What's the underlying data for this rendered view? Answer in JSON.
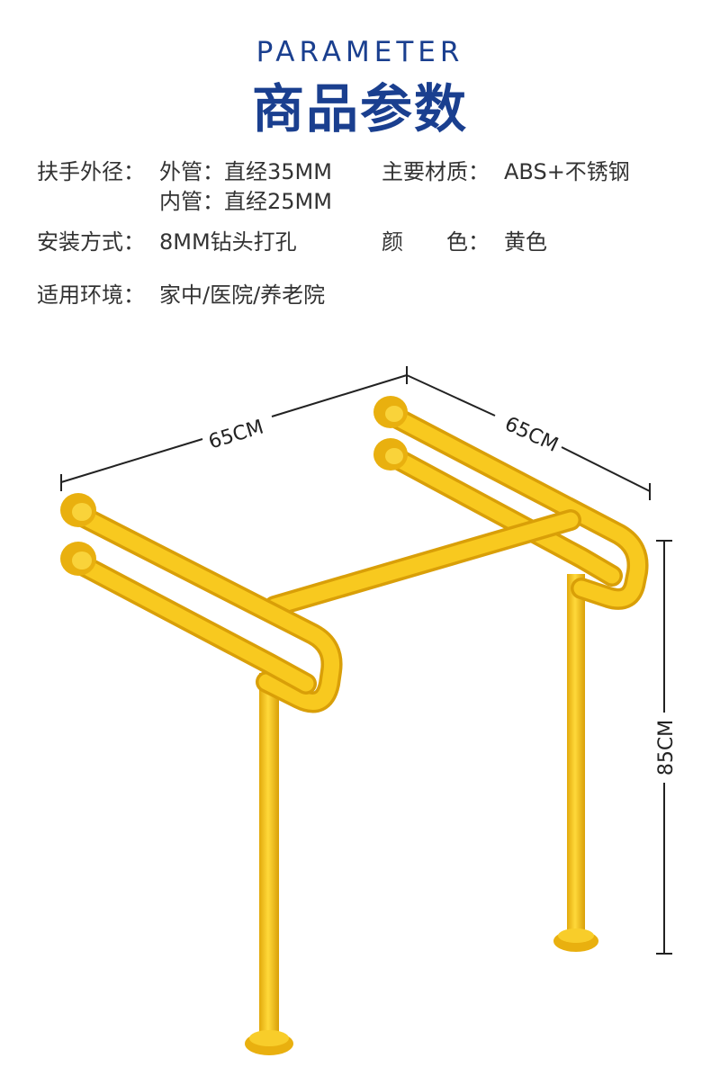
{
  "header": {
    "title_en": "PARAMETER",
    "title_cn": "商品参数"
  },
  "specs": {
    "diameter_label": "扶手外径：",
    "diameter_outer": "外管：直经35MM",
    "diameter_inner": "内管：直经25MM",
    "material_label": "主要材质：",
    "material_value": "ABS+不锈钢",
    "install_label": "安装方式：",
    "install_value": "8MM钻头打孔",
    "color_label": "颜　　色：",
    "color_value": "黄色",
    "env_label": "适用环境：",
    "env_value": "家中/医院/养老院"
  },
  "dimensions": {
    "width": "65CM",
    "depth": "65CM",
    "height": "85CM"
  },
  "colors": {
    "title": "#1a3f8f",
    "rail": "#f6c316",
    "rail_shade": "#e2a90c"
  }
}
